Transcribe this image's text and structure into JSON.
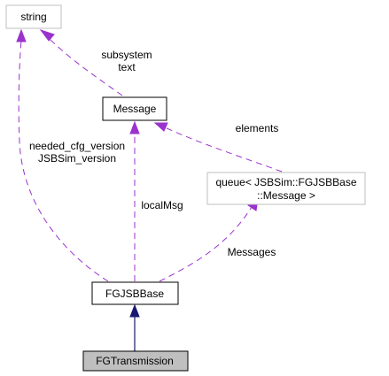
{
  "nodes": {
    "string": {
      "label": "string"
    },
    "message": {
      "label": "Message"
    },
    "queue": {
      "line1": "queue< JSBSim::FGJSBBase",
      "line2": "::Message >"
    },
    "fgjsbbase": {
      "label": "FGJSBBase"
    },
    "fgtransmission": {
      "label": "FGTransmission"
    }
  },
  "edge_labels": {
    "subsystem": "subsystem",
    "text": "text",
    "needed_cfg_version": "needed_cfg_version",
    "jsbsim_version": "JSBSim_version",
    "elements": "elements",
    "localmsg": "localMsg",
    "messages": "Messages"
  },
  "colors": {
    "usage_edge": "#9a32cd",
    "inheritance_edge": "#191970",
    "node_border_light": "#bfbfbf",
    "node_border_dark": "#000000",
    "highlight_fill": "#bfbfbf"
  }
}
